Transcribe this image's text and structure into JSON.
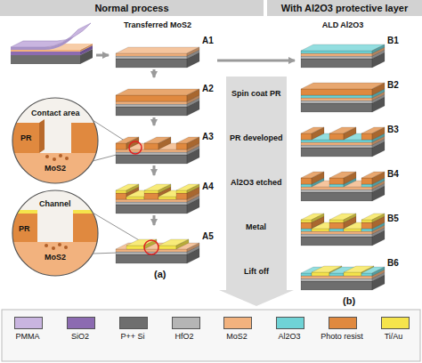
{
  "diagram": {
    "nodes": [
      {
        "text": [
          "Normal process"
        ]
      },
      {
        "text": [
          "With Al2O3 protective layer"
        ]
      },
      {
        "text": [
          "Transferred MoS2",
          "A1"
        ]
      },
      {
        "text": [
          "A2"
        ]
      },
      {
        "text": [
          "A3"
        ]
      },
      {
        "text": [
          "A4"
        ]
      },
      {
        "text": [
          "A5"
        ]
      },
      {
        "text": [
          "ALD Al2O3",
          "B1"
        ]
      },
      {
        "text": [
          "B2"
        ]
      },
      {
        "text": [
          "B3"
        ]
      },
      {
        "text": [
          "B4"
        ]
      },
      {
        "text": [
          "B5"
        ]
      },
      {
        "text": [
          "B6"
        ]
      }
    ],
    "edges": [
      {
        "from": 2,
        "to": 3,
        "arrow": "to"
      },
      {
        "from": 3,
        "to": 4,
        "arrow": "to"
      },
      {
        "from": 4,
        "to": 5,
        "arrow": "to"
      },
      {
        "from": 5,
        "to": 6,
        "arrow": "to"
      },
      {
        "from": 2,
        "to": 7,
        "arrow": "to"
      }
    ],
    "labels": [
      "Contact area",
      "PR",
      "MoS2",
      "Channel",
      "PR",
      "MoS2",
      "(a)",
      "(b)",
      "Spin coat PR",
      "PR developed",
      "Al2O3 etched",
      "Metal",
      "Lift off"
    ],
    "legend": [
      {
        "text": "PMMA",
        "color": "#c9b5e0"
      },
      {
        "text": "SiO2",
        "color": "#8c6bb1"
      },
      {
        "text": "P++ Si",
        "color": "#6e6e6e"
      },
      {
        "text": "HfO2",
        "color": "#b5b5b5"
      },
      {
        "text": "MoS2",
        "color": "#f2b27e"
      },
      {
        "text": "Al2O3",
        "color": "#6fd3d6"
      },
      {
        "text": "Photo resist",
        "color": "#e0893f"
      },
      {
        "text": "Ti/Au",
        "color": "#f5e44c"
      }
    ]
  }
}
